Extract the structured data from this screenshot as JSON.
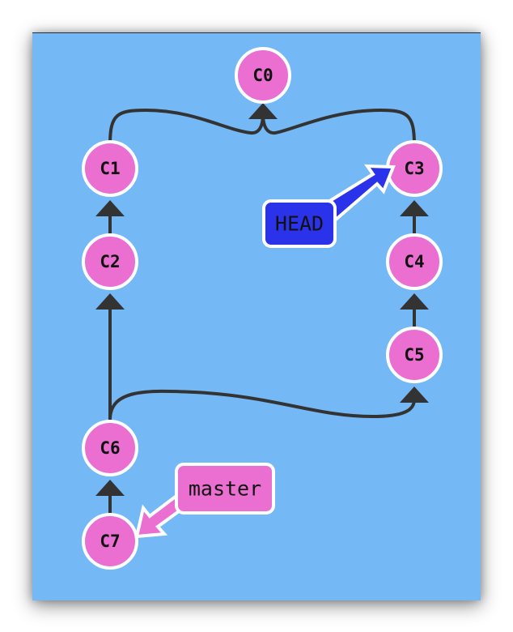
{
  "colors": {
    "background": "#74b9f5",
    "commit_fill": "#ea6fd0",
    "commit_stroke": "#ffffff",
    "edge": "#333333",
    "head_fill": "#2b33ea",
    "master_fill": "#ea6fd0"
  },
  "commits": [
    {
      "id": "c0",
      "label": "C0"
    },
    {
      "id": "c1",
      "label": "C1"
    },
    {
      "id": "c2",
      "label": "C2"
    },
    {
      "id": "c3",
      "label": "C3"
    },
    {
      "id": "c4",
      "label": "C4"
    },
    {
      "id": "c5",
      "label": "C5"
    },
    {
      "id": "c6",
      "label": "C6"
    },
    {
      "id": "c7",
      "label": "C7"
    }
  ],
  "edges": [
    {
      "from": "C1",
      "to": "C0"
    },
    {
      "from": "C3",
      "to": "C0"
    },
    {
      "from": "C2",
      "to": "C1"
    },
    {
      "from": "C4",
      "to": "C3"
    },
    {
      "from": "C5",
      "to": "C4"
    },
    {
      "from": "C6",
      "to": "C2"
    },
    {
      "from": "C6",
      "to": "C5"
    },
    {
      "from": "C7",
      "to": "C6"
    }
  ],
  "refs": {
    "head": {
      "label": "HEAD",
      "points_to": "C3"
    },
    "master": {
      "label": "master",
      "points_to": "C7"
    }
  }
}
